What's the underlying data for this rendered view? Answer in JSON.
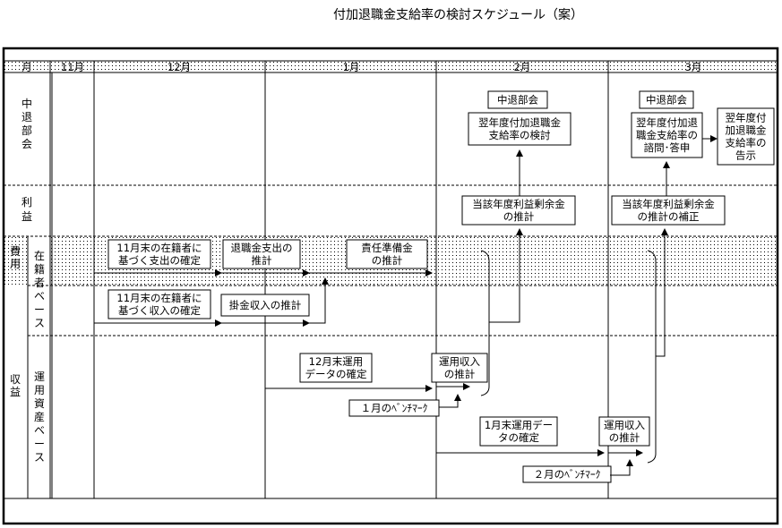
{
  "title": "付加退職金支給率の検討スケジュール（案）",
  "header": {
    "month_label": "月",
    "months": [
      "11月",
      "12月",
      "1月",
      "2月",
      "3月"
    ]
  },
  "rows": {
    "chutaibukai": "中退部会",
    "rieki": "利益",
    "hiyo": "費用",
    "shueki": "収益",
    "zaiseki_base": "在籍者ベース",
    "unyo_base": "運用資産ベース"
  },
  "boxes": {
    "nov_shishutsu": [
      "11月末の在籍者に",
      "基づく支出の確定"
    ],
    "nov_shunyu": [
      "11月末の在籍者に",
      "基づく収入の確定"
    ],
    "taishoku_shishutsu": [
      "退職金支出の",
      "推計"
    ],
    "kakekin": [
      "掛金収入の推計"
    ],
    "sekinin": [
      "責任準備金",
      "の推計"
    ],
    "dec_unyo": [
      "12月末運用",
      "データの確定"
    ],
    "feb_unyo_suikei": [
      "運用収入",
      "の推計"
    ],
    "jan_bench": [
      "１月のﾍﾞﾝﾁﾏｰｸ"
    ],
    "jan_unyo": [
      "1月末運用デー",
      "タの確定"
    ],
    "mar_unyo_suikei": [
      "運用収入",
      "の推計"
    ],
    "feb_bench": [
      "２月のﾍﾞﾝﾁﾏｰｸ"
    ],
    "feb_rieki": [
      "当該年度利益剰余金",
      "の推計"
    ],
    "mar_rieki": [
      "当該年度利益剰余金",
      "の推計の補正"
    ],
    "feb_bukai": [
      "中退部会"
    ],
    "feb_kento": [
      "翌年度付加退職金",
      "支給率の検討"
    ],
    "mar_bukai": [
      "中退部会"
    ],
    "mar_shimon": [
      "翌年度付加退",
      "職金支給率の",
      "諮問･答申"
    ],
    "mar_kokuji": [
      "翌年度付",
      "加退職金",
      "支給率の",
      "告示"
    ]
  }
}
